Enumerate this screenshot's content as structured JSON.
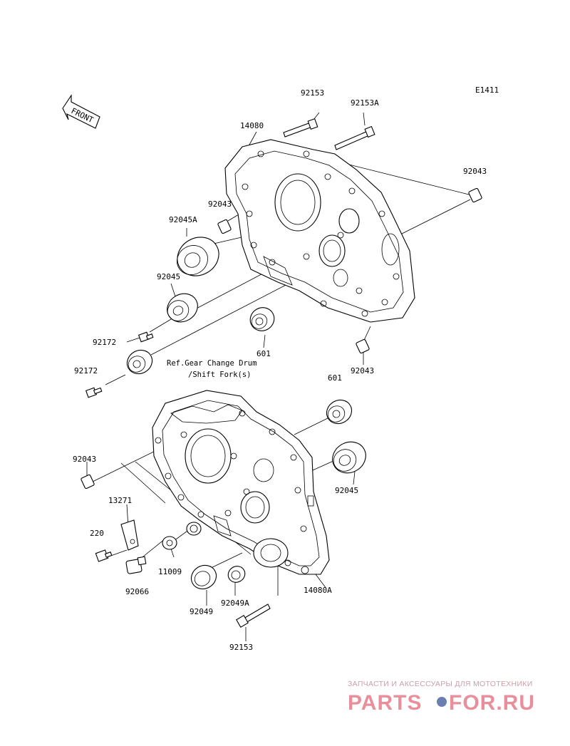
{
  "diagram": {
    "code": "E1411",
    "front_label": "FRONT",
    "parts": {
      "p92153_top": "92153",
      "p92153A": "92153A",
      "p14080": "14080",
      "p92043_right": "92043",
      "p92043_upper": "92043",
      "p92045A": "92045A",
      "p92045_upper": "92045",
      "p92172_a": "92172",
      "p92172_b": "92172",
      "p601_a": "601",
      "p601_b": "601",
      "p92043_lower_right": "92043",
      "p92043_left": "92043",
      "p13271": "13271",
      "p220": "220",
      "p92066": "92066",
      "p11009": "11009",
      "p92049": "92049",
      "p92049A": "92049A",
      "p14080A": "14080A",
      "p92045_lower": "92045",
      "p92153_bottom": "92153"
    },
    "ref_line1": "Ref.Gear Change Drum",
    "ref_line2": "/Shift Fork(s)"
  },
  "watermark": {
    "tagline": "ЗАПЧАСТИ И АКСЕССУАРЫ ДЛЯ МОТОТЕХНИКИ",
    "brand_left": "PARTS",
    "brand_right": "FOR.RU"
  }
}
